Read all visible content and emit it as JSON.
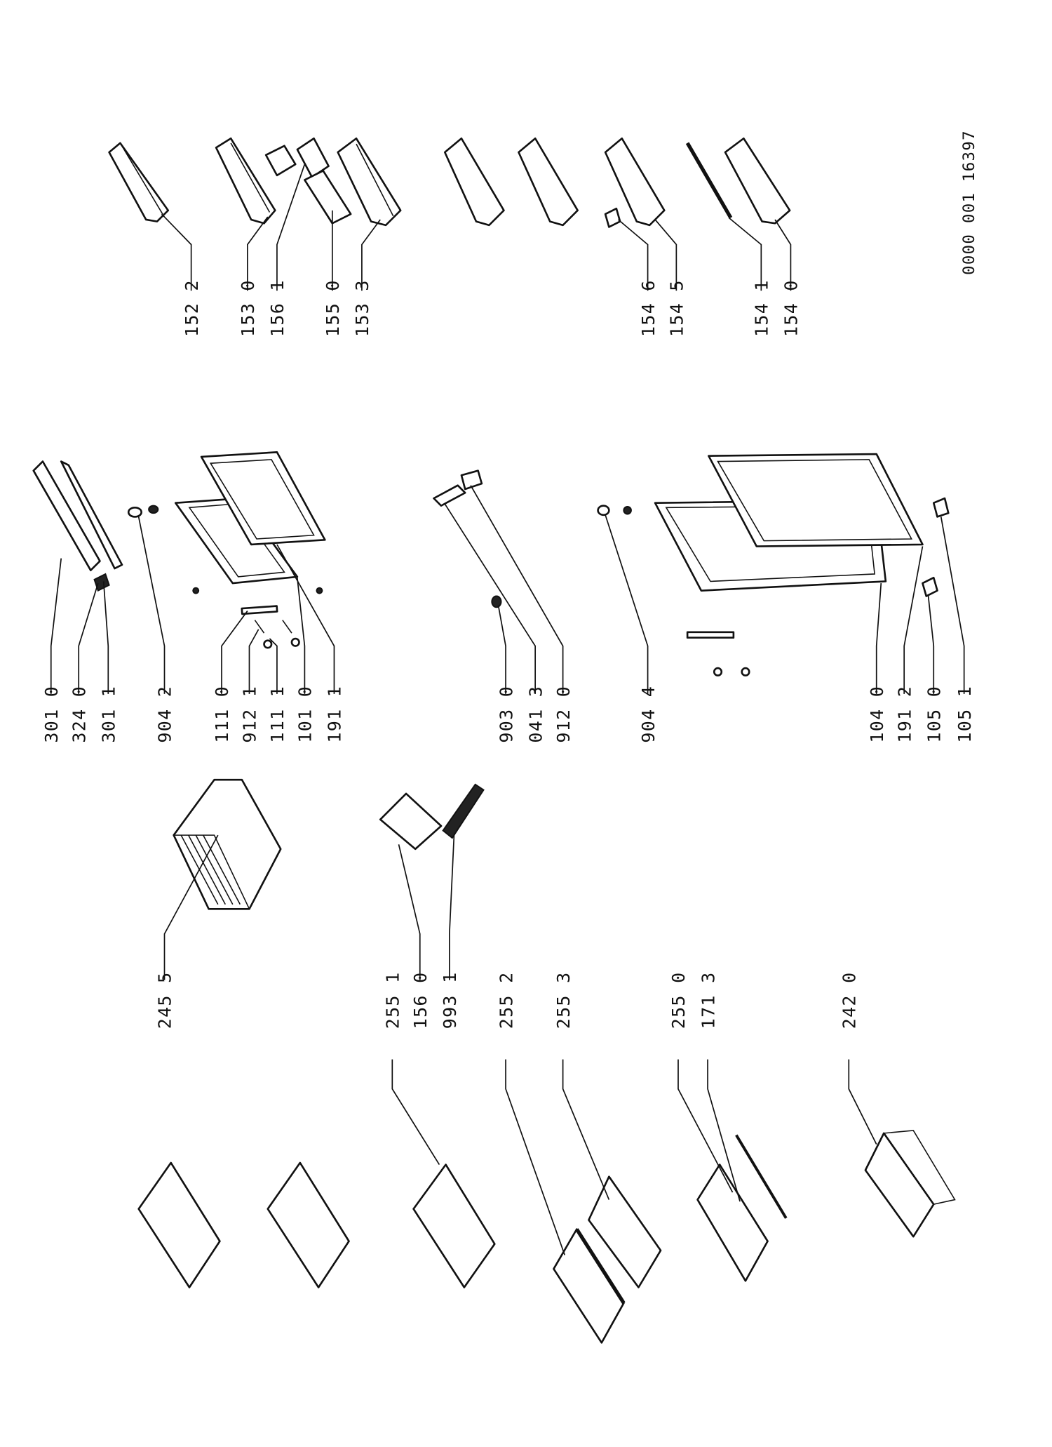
{
  "drawing_code": "0000 001  16397",
  "callouts": [
    {
      "label": "152 2"
    },
    {
      "label": "153 0"
    },
    {
      "label": "156 1"
    },
    {
      "label": "155 0"
    },
    {
      "label": "153 3"
    },
    {
      "label": "154 6"
    },
    {
      "label": "154 5"
    },
    {
      "label": "154 1"
    },
    {
      "label": "154 0"
    },
    {
      "label": "301 0"
    },
    {
      "label": "324 0"
    },
    {
      "label": "301 1"
    },
    {
      "label": "904 2"
    },
    {
      "label": "111 0"
    },
    {
      "label": "912 1"
    },
    {
      "label": "111 1"
    },
    {
      "label": "101 0"
    },
    {
      "label": "191 1"
    },
    {
      "label": "903 0"
    },
    {
      "label": "041 3"
    },
    {
      "label": "912 0"
    },
    {
      "label": "904 4"
    },
    {
      "label": "104 0"
    },
    {
      "label": "191 2"
    },
    {
      "label": "105 0"
    },
    {
      "label": "105 1"
    },
    {
      "label": "245 5"
    },
    {
      "label": "255 1"
    },
    {
      "label": "156 0"
    },
    {
      "label": "993 1"
    },
    {
      "label": "255 2"
    },
    {
      "label": "255 3"
    },
    {
      "label": "255 0"
    },
    {
      "label": "171 3"
    },
    {
      "label": "242 0"
    }
  ]
}
